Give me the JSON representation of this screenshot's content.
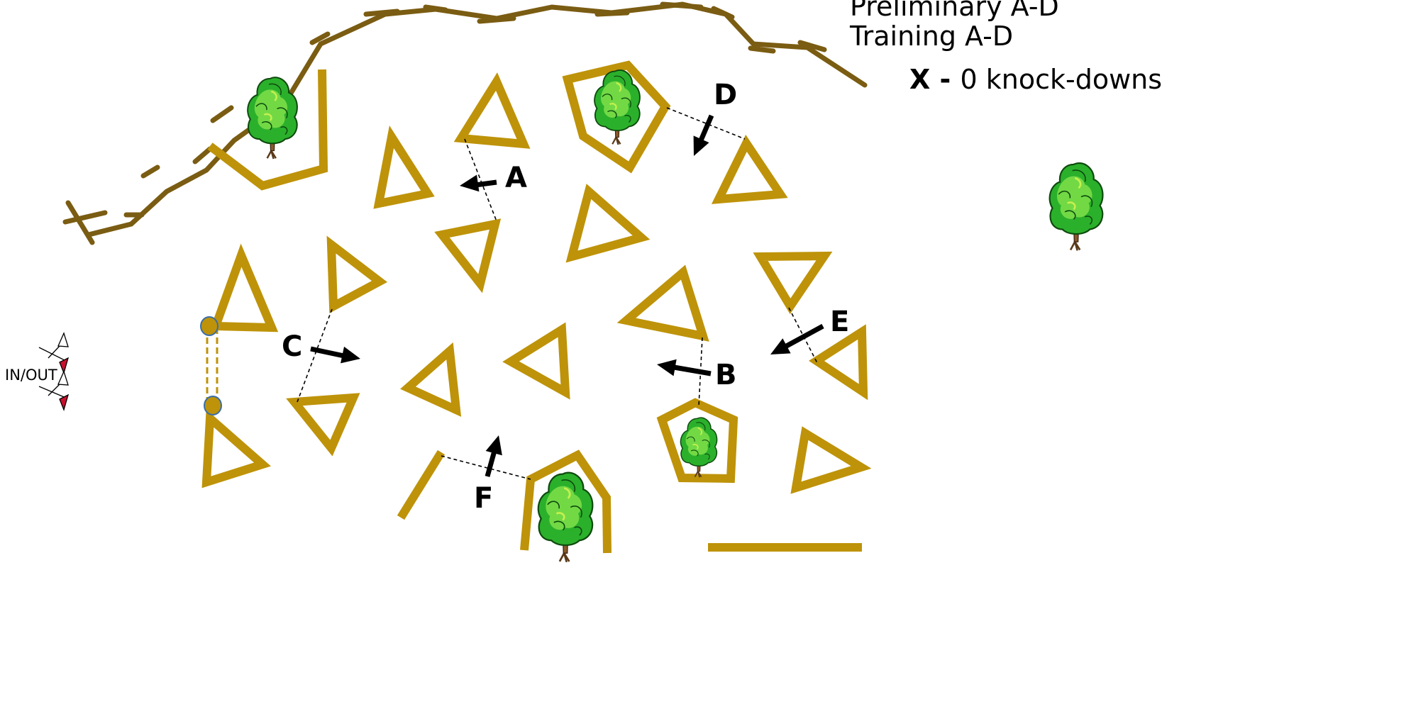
{
  "legend": {
    "line1": "Preliminary A-D",
    "line2": "Training A-D",
    "x_key": "X - ",
    "x_text": "0 knock-downs"
  },
  "gaps": [
    {
      "label": "A"
    },
    {
      "label": "B"
    },
    {
      "label": "C"
    },
    {
      "label": "D"
    },
    {
      "label": "E"
    },
    {
      "label": "F"
    }
  ],
  "entrance": {
    "label": "IN/OUT"
  },
  "colors": {
    "pen": "#BE9309",
    "fence": "#7A5C12",
    "tree_leaf": "#3DC52B",
    "tree_trunk": "#8B5A2B",
    "flag": "#C8102E"
  },
  "icons": [
    "tree-icon",
    "arrow-icon",
    "flag-icon",
    "gate-post-icon"
  ]
}
